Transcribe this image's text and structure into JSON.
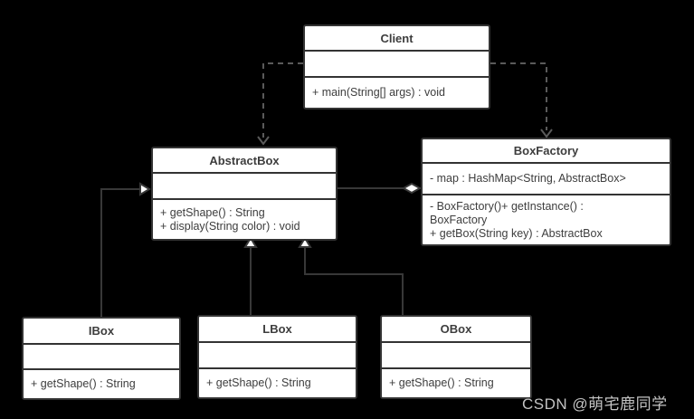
{
  "diagram": {
    "classes": [
      {
        "id": "client",
        "name": "Client",
        "attributes": [],
        "methods": [
          "+ main(String[] args) : void"
        ]
      },
      {
        "id": "abstractbox",
        "name": "AbstractBox",
        "attributes": [],
        "methods": [
          "+ getShape() : String",
          "+ display(String color) : void"
        ]
      },
      {
        "id": "boxfactory",
        "name": "BoxFactory",
        "attributes": [
          "- map : HashMap<String, AbstractBox>"
        ],
        "methods": [
          "- BoxFactory()+ getInstance() :",
          "BoxFactory",
          "+ getBox(String key) : AbstractBox"
        ]
      },
      {
        "id": "ibox",
        "name": "IBox",
        "attributes": [],
        "methods": [
          "+ getShape() : String"
        ]
      },
      {
        "id": "lbox",
        "name": "LBox",
        "attributes": [],
        "methods": [
          "+ getShape() : String"
        ]
      },
      {
        "id": "obox",
        "name": "OBox",
        "attributes": [],
        "methods": [
          "+ getShape() : String"
        ]
      }
    ],
    "relations": [
      {
        "id": "dependency-client-to-abstractbox",
        "type": "dependency",
        "from": "Client",
        "to": "AbstractBox"
      },
      {
        "id": "dependency-client-to-boxfactory",
        "type": "dependency",
        "from": "Client",
        "to": "BoxFactory"
      },
      {
        "id": "aggregation-abstractbox-in-boxfactory",
        "type": "aggregation",
        "from": "AbstractBox",
        "to": "BoxFactory"
      },
      {
        "id": "generalization-ibox-to-abstractbox",
        "type": "generalization",
        "from": "IBox",
        "to": "AbstractBox"
      },
      {
        "id": "generalization-lbox-to-abstractbox",
        "type": "generalization",
        "from": "LBox",
        "to": "AbstractBox"
      },
      {
        "id": "generalization-obox-to-abstractbox",
        "type": "generalization",
        "from": "OBox",
        "to": "AbstractBox"
      }
    ]
  },
  "watermark": {
    "text": "CSDN @萌宅鹿同学"
  },
  "colors": {
    "background": "#000000",
    "box_fill": "#ffffff",
    "box_border": "#333333",
    "text": "#3d3d3d",
    "solid_line": "#383838",
    "dashed_line": "#5a5a5a",
    "watermark": "#c3c3c3"
  }
}
